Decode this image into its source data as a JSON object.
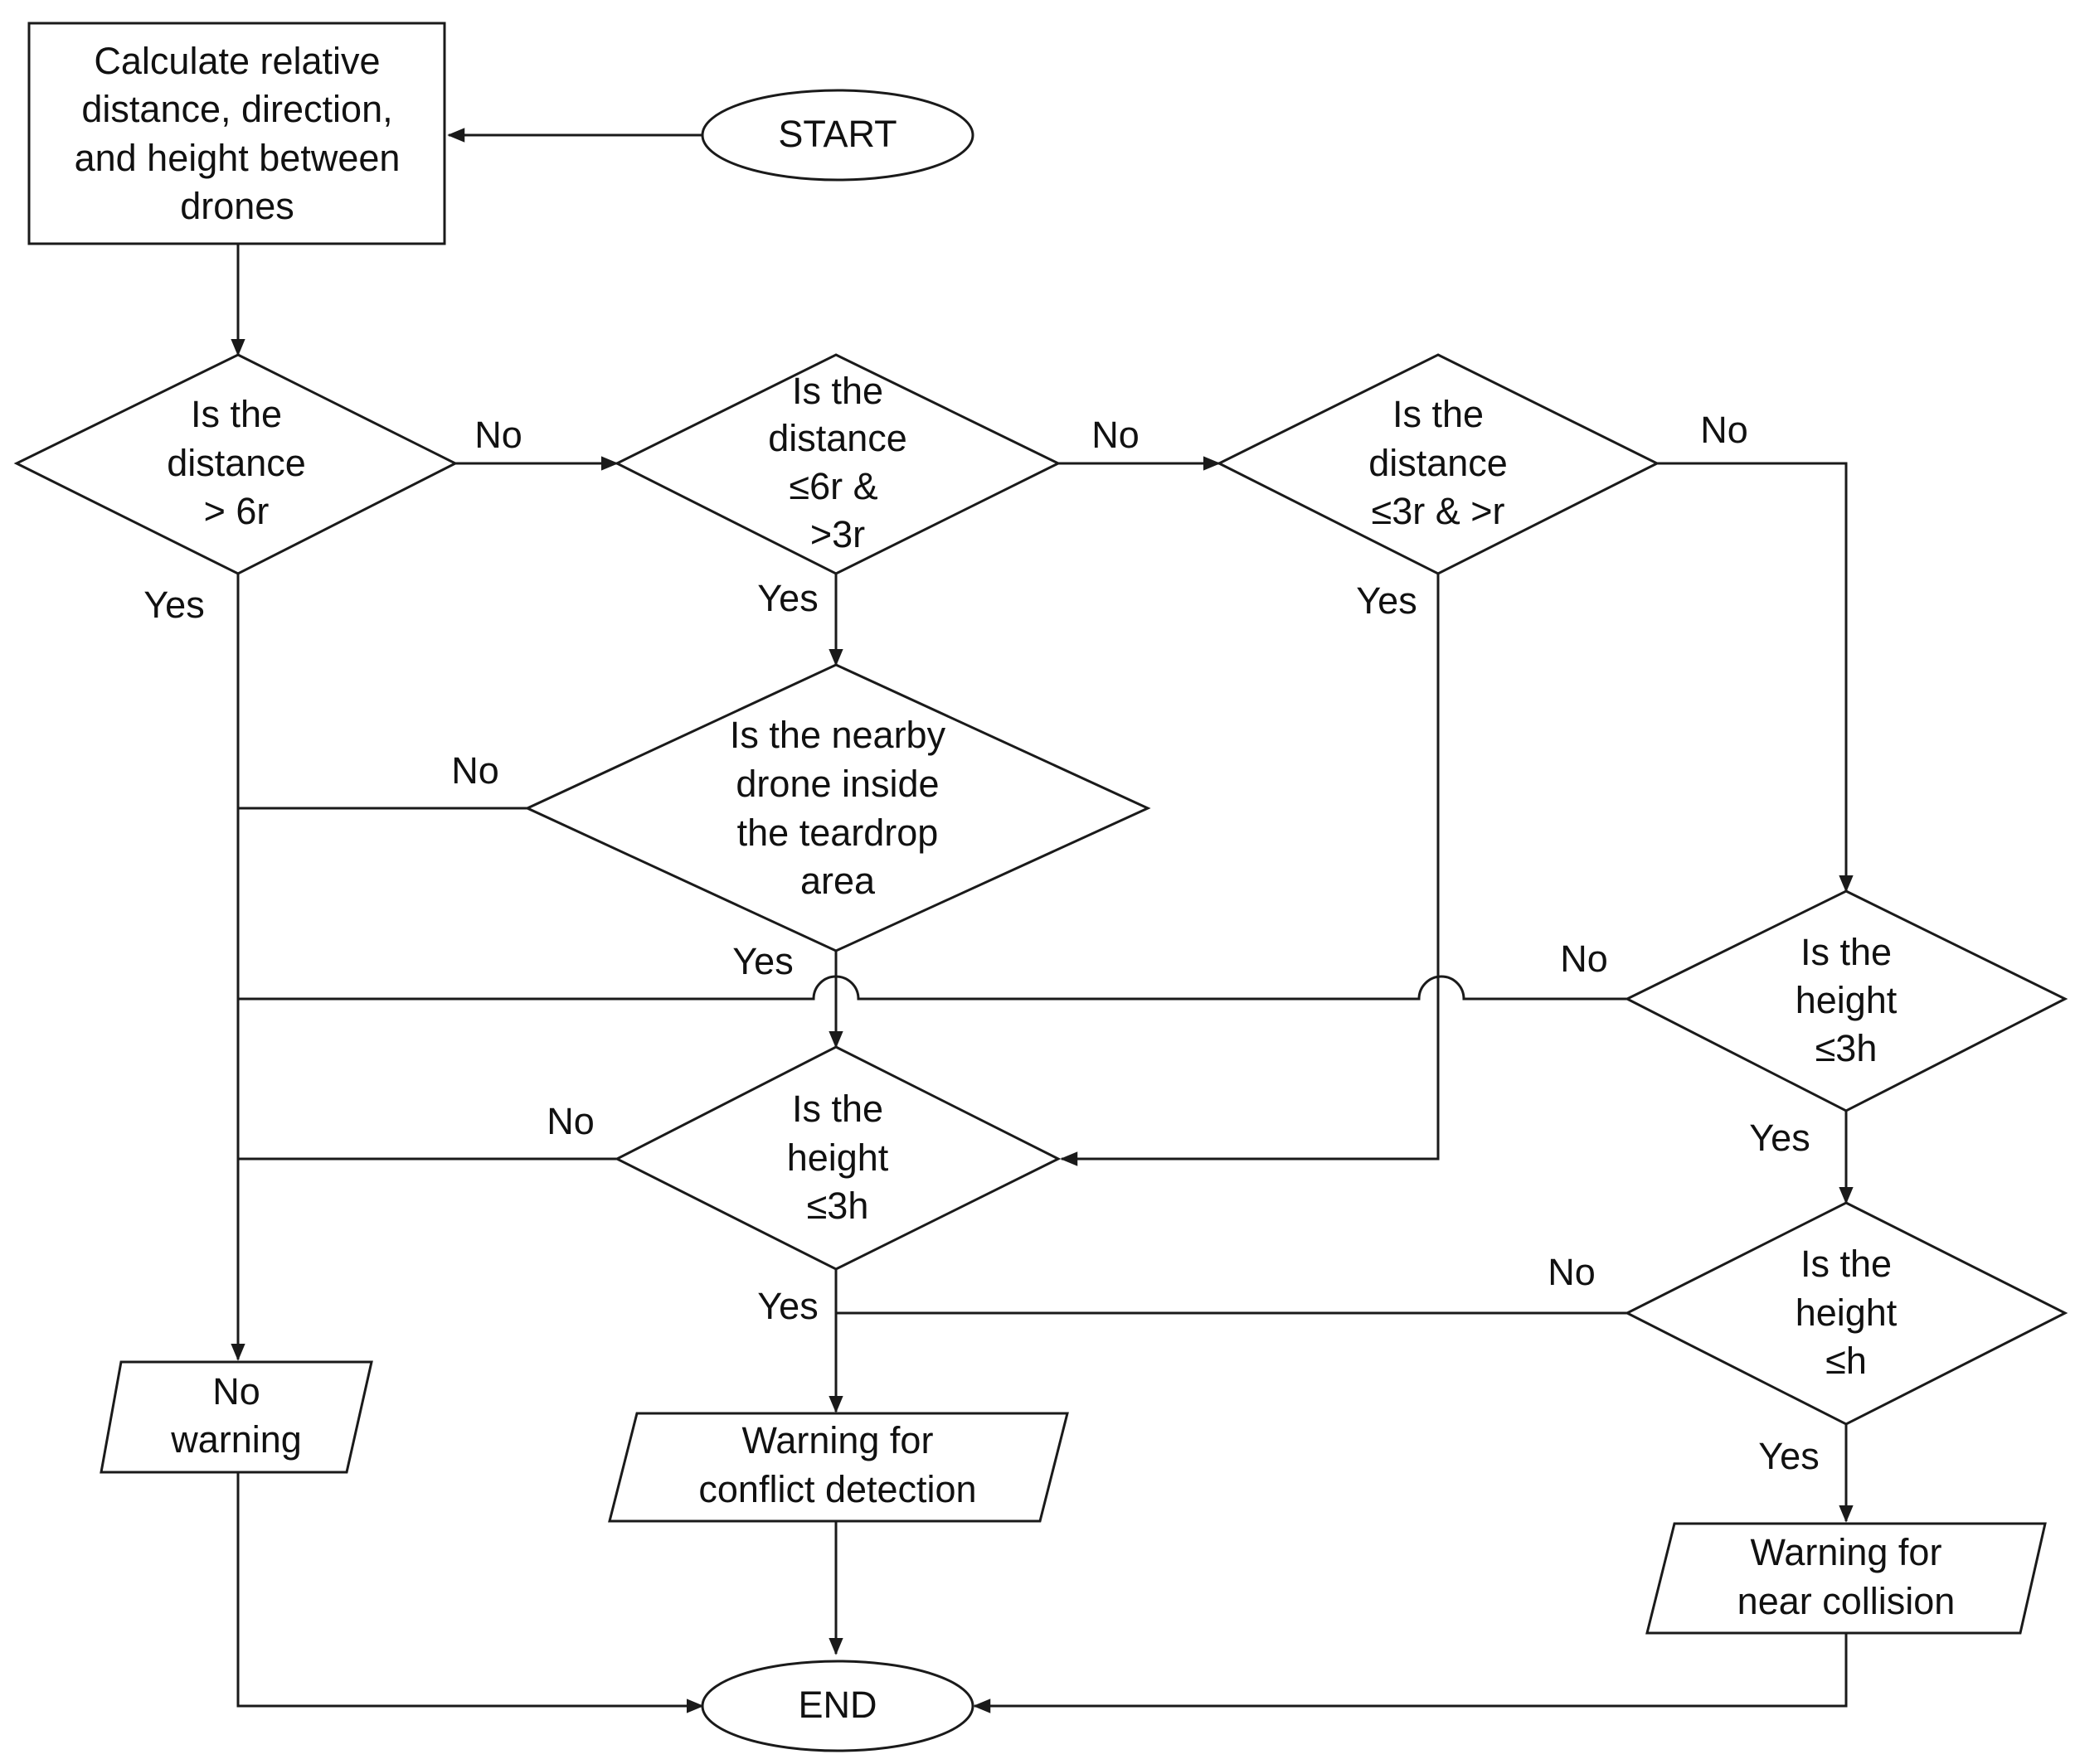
{
  "nodes": {
    "calc": [
      "Calculate relative",
      "distance, direction,",
      "and height between",
      "drones"
    ],
    "start": [
      "START"
    ],
    "d1": [
      "Is the",
      "distance",
      "> 6r"
    ],
    "d2": [
      "Is the",
      "distance",
      "≤6r &",
      ">3r"
    ],
    "d3": [
      "Is the",
      "distance",
      "≤3r & >r"
    ],
    "teardrop": [
      "Is the nearby",
      "drone inside",
      "the teardrop",
      "area"
    ],
    "h1": [
      "Is the",
      "height",
      "≤3h"
    ],
    "h2": [
      "Is the",
      "height",
      "≤3h"
    ],
    "h3": [
      "Is the",
      "height",
      "≤h"
    ],
    "nowarn": [
      "No",
      "warning"
    ],
    "conflict": [
      "Warning for",
      "conflict detection"
    ],
    "near": [
      "Warning for",
      "near collision"
    ],
    "end": [
      "END"
    ]
  },
  "edge_labels": {
    "d1_no": "No",
    "d1_yes": "Yes",
    "d2_no": "No",
    "d2_yes": "Yes",
    "d3_no": "No",
    "d3_yes": "Yes",
    "teardrop_no": "No",
    "teardrop_yes": "Yes",
    "h1_no": "No",
    "h1_yes": "Yes",
    "h2_no": "No",
    "h2_yes": "Yes",
    "h3_no": "No",
    "h3_yes": "Yes"
  }
}
